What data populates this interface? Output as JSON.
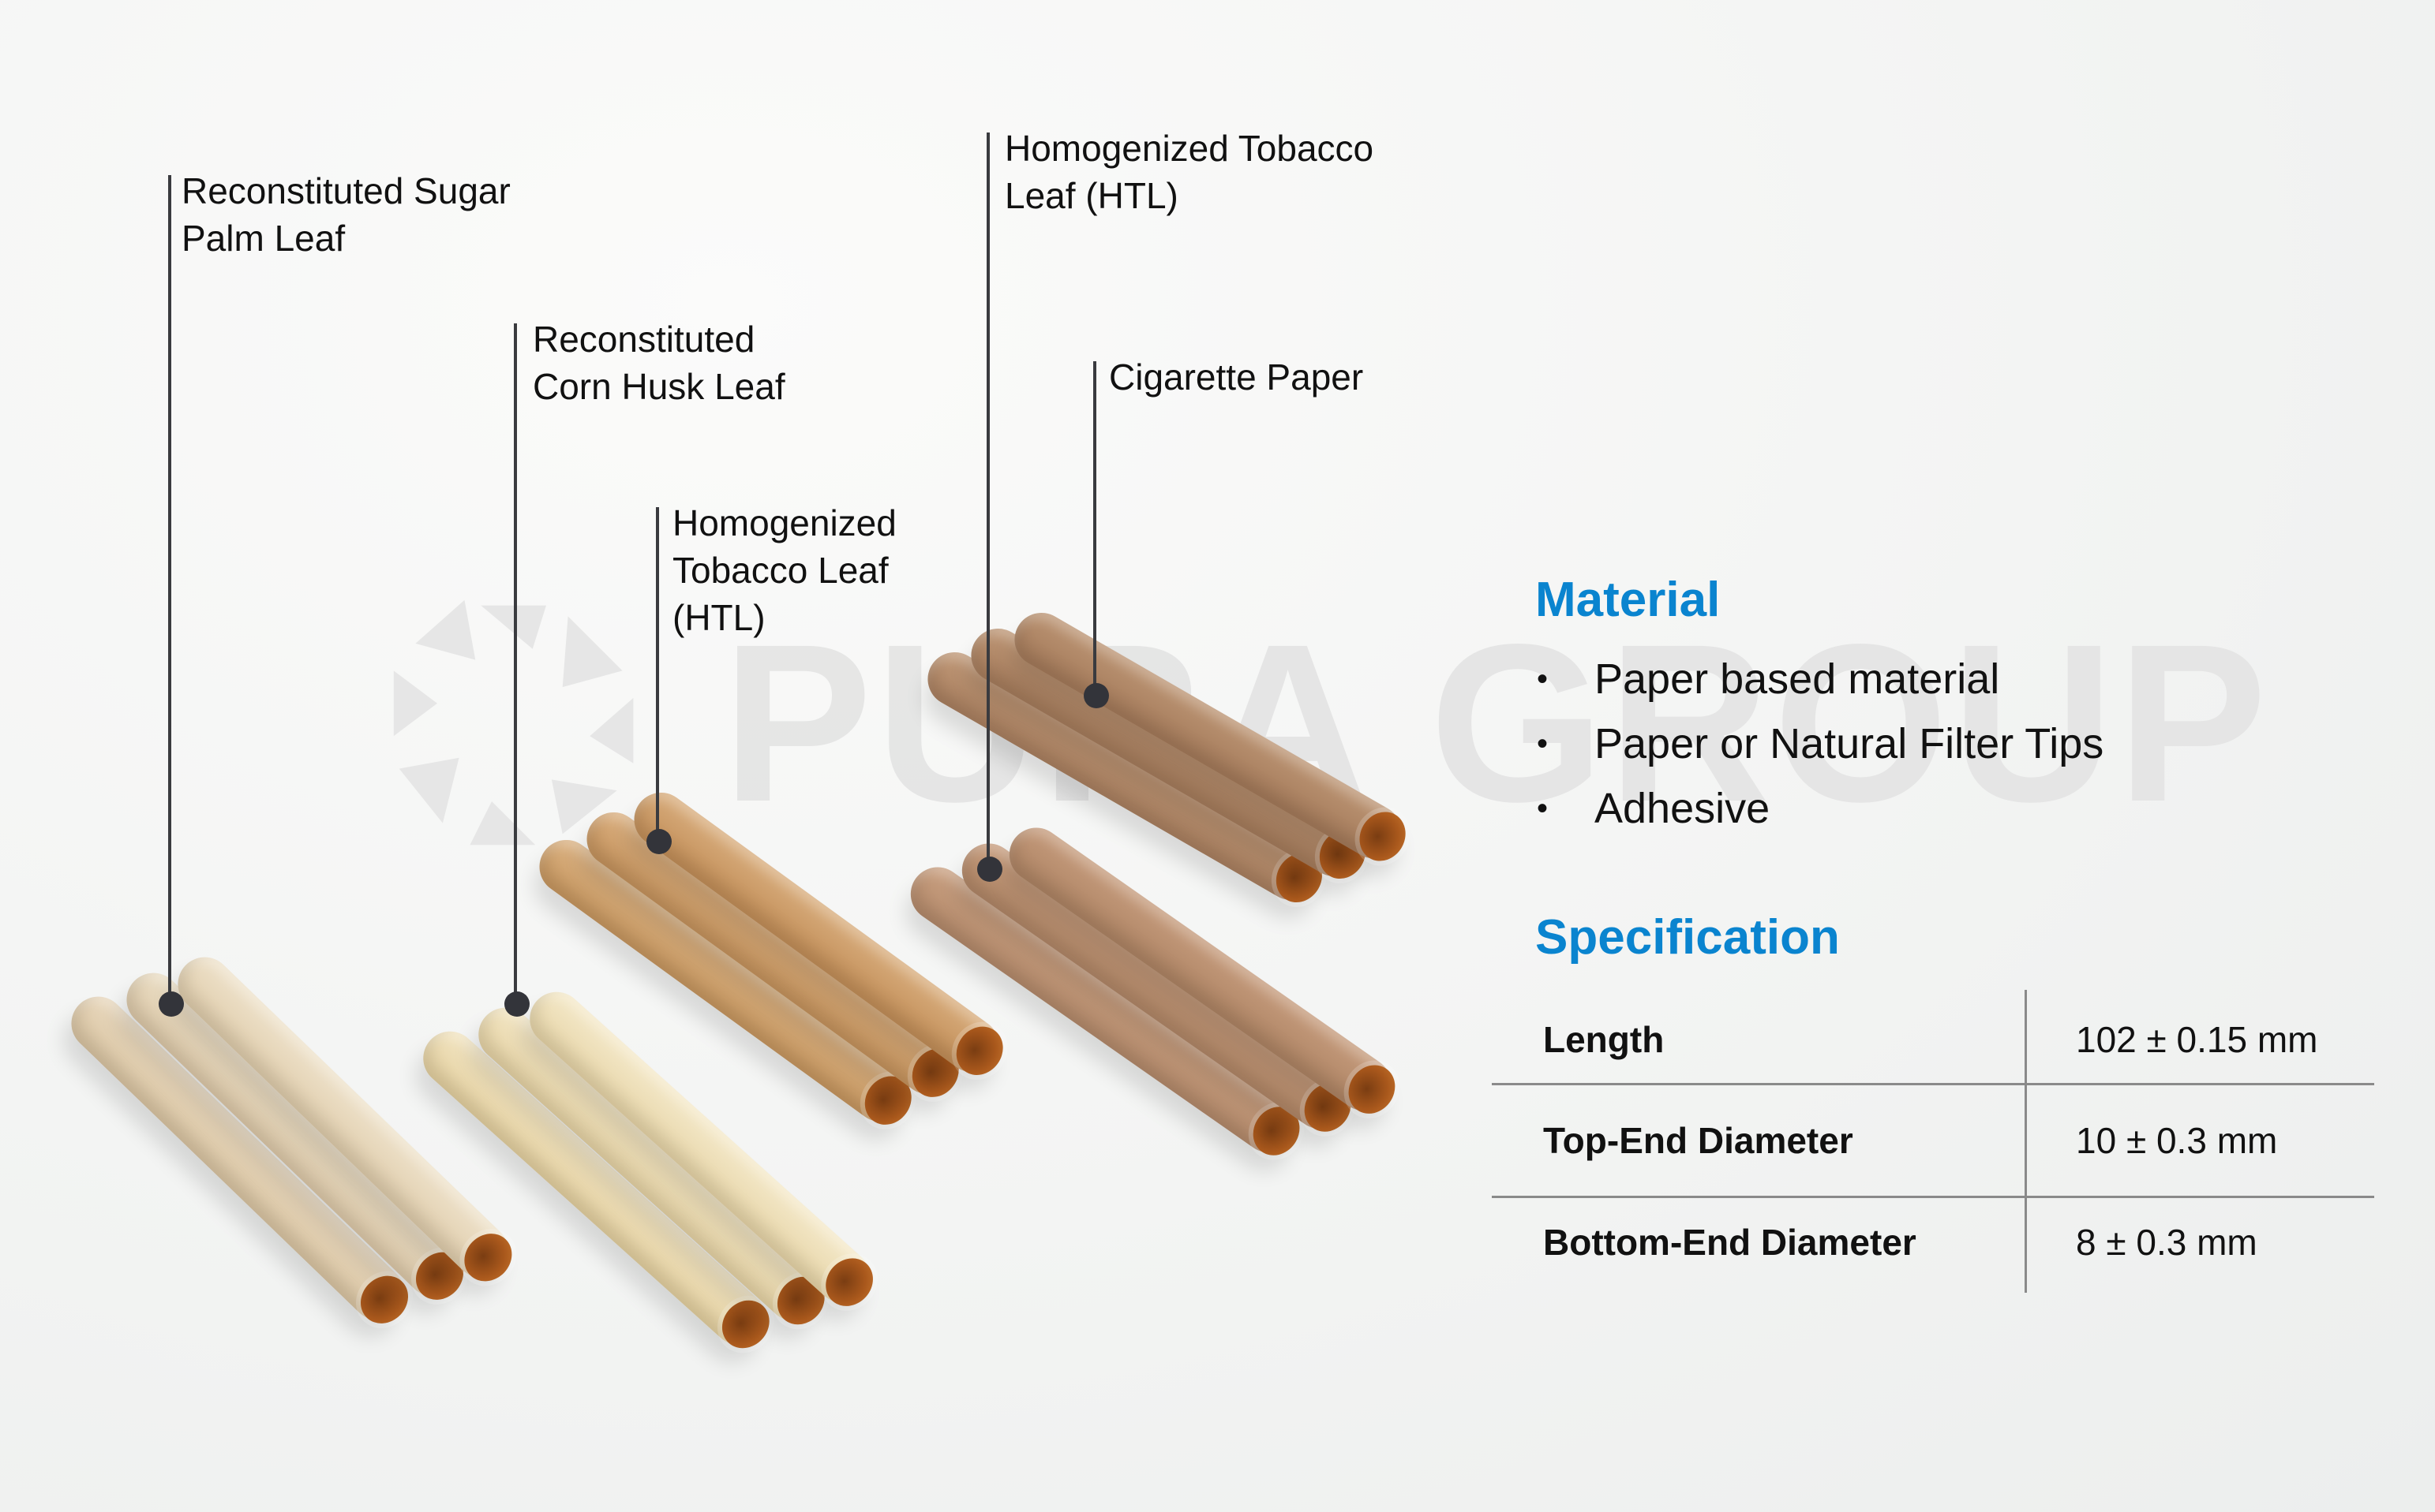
{
  "watermark": {
    "text": "PURA GROUP",
    "logo_icon": "aperture-logo-icon"
  },
  "callouts": [
    {
      "id": "sugar-palm",
      "lines": [
        "Reconstituted Sugar",
        "Palm Leaf"
      ],
      "marker_icon": "callout-dot-icon"
    },
    {
      "id": "corn-husk",
      "lines": [
        "Reconstituted",
        "Corn Husk Leaf"
      ],
      "marker_icon": "callout-dot-icon"
    },
    {
      "id": "htl-1",
      "lines": [
        "Homogenized",
        "Tobacco Leaf",
        "(HTL)"
      ],
      "marker_icon": "callout-dot-icon"
    },
    {
      "id": "htl-2",
      "lines": [
        "Homogenized Tobacco",
        "Leaf (HTL)"
      ],
      "marker_icon": "callout-dot-icon"
    },
    {
      "id": "cigarette-paper",
      "lines": [
        "Cigarette Paper"
      ],
      "marker_icon": "callout-dot-icon"
    }
  ],
  "material": {
    "title": "Material",
    "items": [
      "Paper based material",
      "Paper or Natural Filter Tips",
      "Adhesive"
    ],
    "bullet": "•"
  },
  "specification": {
    "title": "Specification",
    "rows": [
      {
        "label": "Length",
        "value": "102 ± 0.15 mm"
      },
      {
        "label": "Top-End Diameter",
        "value": "10 ± 0.3 mm"
      },
      {
        "label": "Bottom-End Diameter",
        "value": "8 ± 0.3 mm"
      }
    ]
  },
  "colors": {
    "accent": "#0a84cf",
    "text": "#111111",
    "callout_line": "#3a3b3f",
    "table_rule": "#8a8a8a",
    "watermark": "#e3e3e3",
    "roll_sugar_palm": "#e6d3b6",
    "roll_corn_husk": "#efdfb7",
    "roll_htl_light": "#d2a472",
    "roll_htl_dark": "#bf9473",
    "roll_cigarette_paper": "#b48d6c"
  }
}
